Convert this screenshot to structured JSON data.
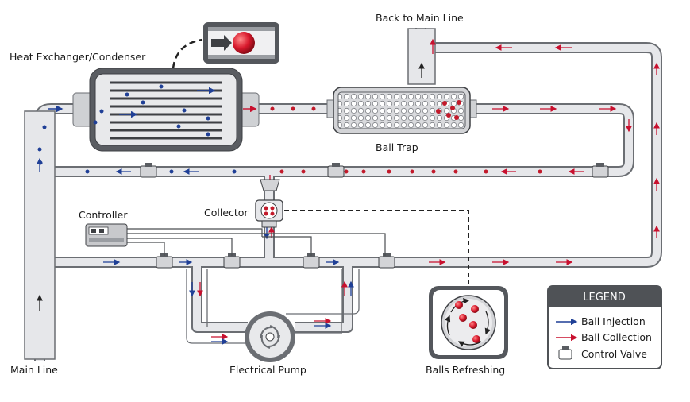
{
  "labels": {
    "heat_exchanger": "Heat Exchanger/Condenser",
    "back_to_main_line": "Back to Main Line",
    "ball_trap": "Ball Trap",
    "controller": "Controller",
    "collector": "Collector",
    "main_line": "Main Line",
    "electrical_pump": "Electrical Pump",
    "balls_refreshing": "Balls Refreshing"
  },
  "legend": {
    "title": "LEGEND",
    "items": [
      {
        "label": "Ball Injection",
        "symbol": "blue-arrow-icon"
      },
      {
        "label": "Ball Collection",
        "symbol": "red-arrow-icon"
      },
      {
        "label": "Control Valve",
        "symbol": "control-valve-icon"
      }
    ]
  },
  "colors": {
    "injection": "#1f3f96",
    "collection": "#c8102e",
    "pipe_fill": "#e6e7ea",
    "pipe_edge": "#6b6e73",
    "dark_body": "#54575c",
    "legend_header": "#4f5256",
    "ball": "#c21a2b"
  }
}
